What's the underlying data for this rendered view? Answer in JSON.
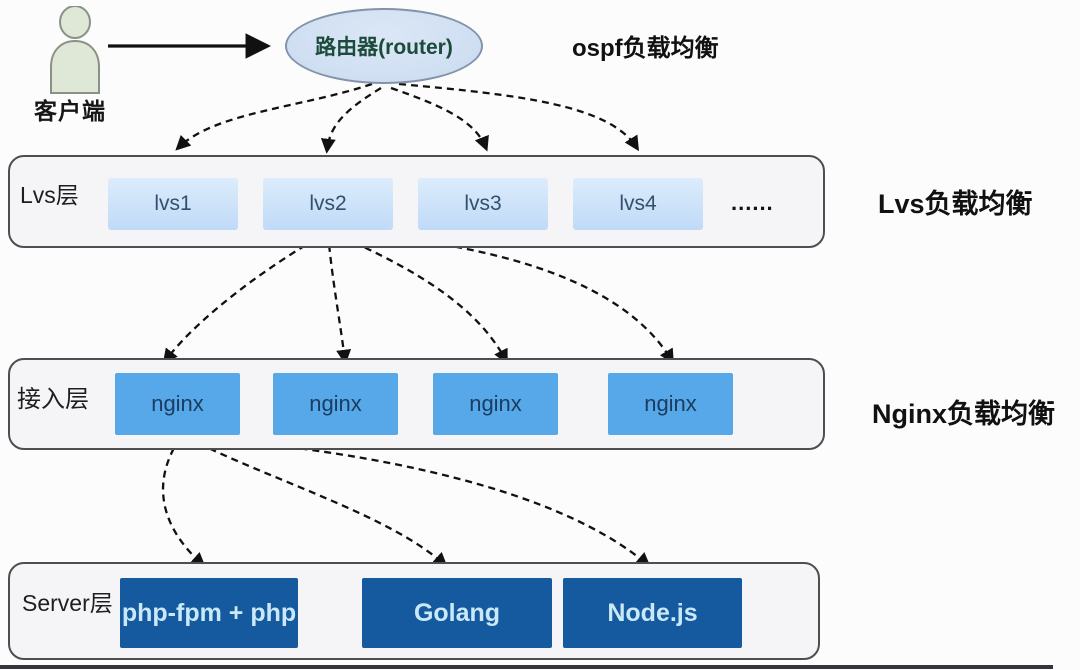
{
  "client": {
    "label": "客户端"
  },
  "router": {
    "label": "路由器(router)"
  },
  "annotations": {
    "ospf": "ospf负载均衡",
    "lvs": "Lvs负载均衡",
    "nginx": "Nginx负载均衡"
  },
  "layers": {
    "lvs": {
      "label": "Lvs层",
      "nodes": [
        "lvs1",
        "lvs2",
        "lvs3",
        "lvs4"
      ],
      "ellipsis": "......"
    },
    "access": {
      "label": "接入层",
      "nodes": [
        "nginx",
        "nginx",
        "nginx",
        "nginx"
      ]
    },
    "server": {
      "label": "Server层",
      "nodes": [
        "php-fpm + php",
        "Golang",
        "Node.js"
      ]
    }
  },
  "colors": {
    "router_fill": "#cfdff2",
    "router_text": "#1c4a3b",
    "lvs_node_fill": "#c3dcf8",
    "lvs_node_text": "#33506c",
    "access_node_fill": "#57a8e9",
    "access_node_text": "#1a3c5f",
    "server_node_fill": "#15599e",
    "server_node_text": "#c9e9f9",
    "container_fill": "#f5f5f7",
    "container_border": "#4d4d52",
    "client_icon_fill": "#dfe7d6"
  }
}
